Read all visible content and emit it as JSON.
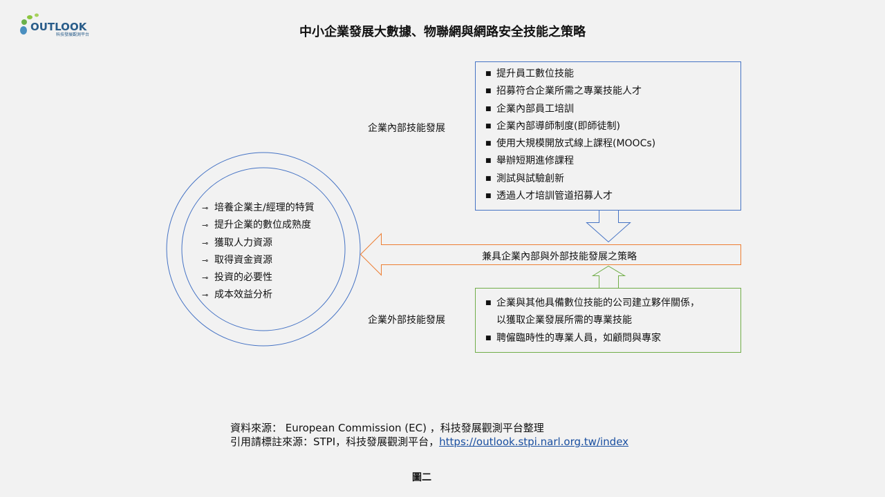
{
  "logo": {
    "text": "OUTLOOK",
    "subtitle": "科技發展觀測平台"
  },
  "title": "中小企業發展大數據、物聯網與網路安全技能之策略",
  "internal": {
    "label": "企業內部技能發展",
    "items": [
      "提升員工數位技能",
      "招募符合企業所需之專業技能人才",
      "企業內部員工培訓",
      "企業內部導師制度(即師徒制)",
      "使用大規模開放式線上課程(MOOCs)",
      "舉辦短期進修課程",
      "測試與試驗創新",
      "透過人才培訓管道招募人才"
    ]
  },
  "combined": "兼具企業內部與外部技能發展之策略",
  "external": {
    "label": "企業外部技能發展",
    "items": [
      "企業與其他具備數位技能的公司建立夥伴關係，",
      "以獲取企業發展所需的專業技能",
      "聘僱臨時性的專業人員，如顧問與專家"
    ]
  },
  "circle": {
    "bullet": "⊸",
    "items": [
      "培養企業主/經理的特質",
      "提升企業的數位成熟度",
      "獲取人力資源",
      "取得資金資源",
      "投資的必要性",
      "成本效益分析"
    ]
  },
  "colors": {
    "blue": "#4472c4",
    "orange": "#ed7d31",
    "green": "#70ad47"
  },
  "source": {
    "line1": "資料來源： European Commission (EC) ，科技發展觀測平台整理",
    "line2_prefix": "引用請標註來源：STPI，科技發展觀測平台，",
    "link": "https://outlook.stpi.narl.org.tw/index"
  },
  "figure": "圖二"
}
